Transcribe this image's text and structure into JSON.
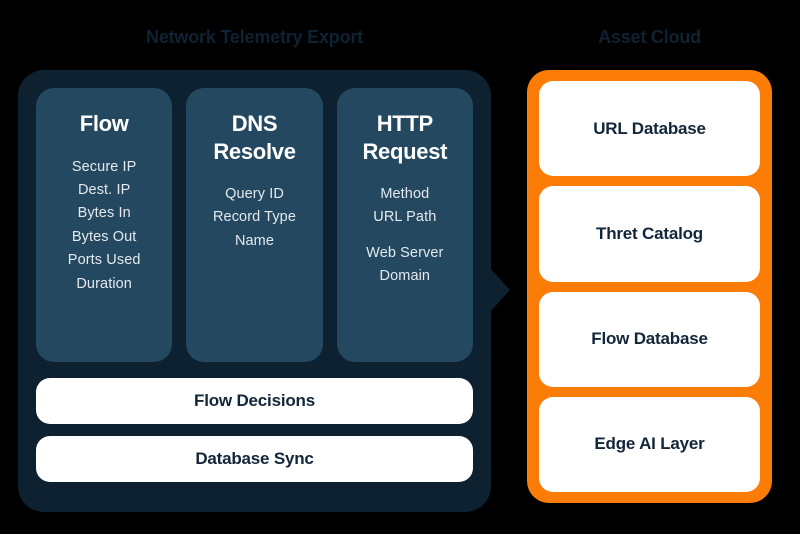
{
  "headings": {
    "left": "Network Telemetry Export",
    "right": "Asset Cloud"
  },
  "colors": {
    "background": "#000000",
    "panel_dark": "#0d2130",
    "card_slate": "#24485f",
    "panel_orange": "#fb7d07",
    "card_white": "#ffffff",
    "text_dark": "#12263a",
    "heading_dark": "#0e2233",
    "text_light": "#e3e9ee"
  },
  "telemetry": {
    "columns": [
      {
        "title": "Flow",
        "title_lines": [
          "Flow"
        ],
        "items": [
          "Secure IP",
          "Dest. IP",
          "Bytes In",
          "Bytes Out",
          "Ports Used",
          "Duration"
        ]
      },
      {
        "title": "DNS Resolve",
        "title_lines": [
          "DNS",
          "Resolve"
        ],
        "items": [
          "Query ID",
          "Record Type",
          "Name"
        ]
      },
      {
        "title": "HTTP Request",
        "title_lines": [
          "HTTP",
          "Request"
        ],
        "items": [
          "Method",
          "URL Path",
          "Web Server",
          "Domain"
        ]
      }
    ],
    "bars": [
      "Flow Decisions",
      "Database Sync"
    ]
  },
  "asset_cloud": {
    "cards": [
      "URL Database",
      "Thret Catalog",
      "Flow Database",
      "Edge AI Layer"
    ]
  },
  "connector": {
    "icon": "arrow-right-triangle",
    "direction": "left-panel-to-right-panel"
  }
}
